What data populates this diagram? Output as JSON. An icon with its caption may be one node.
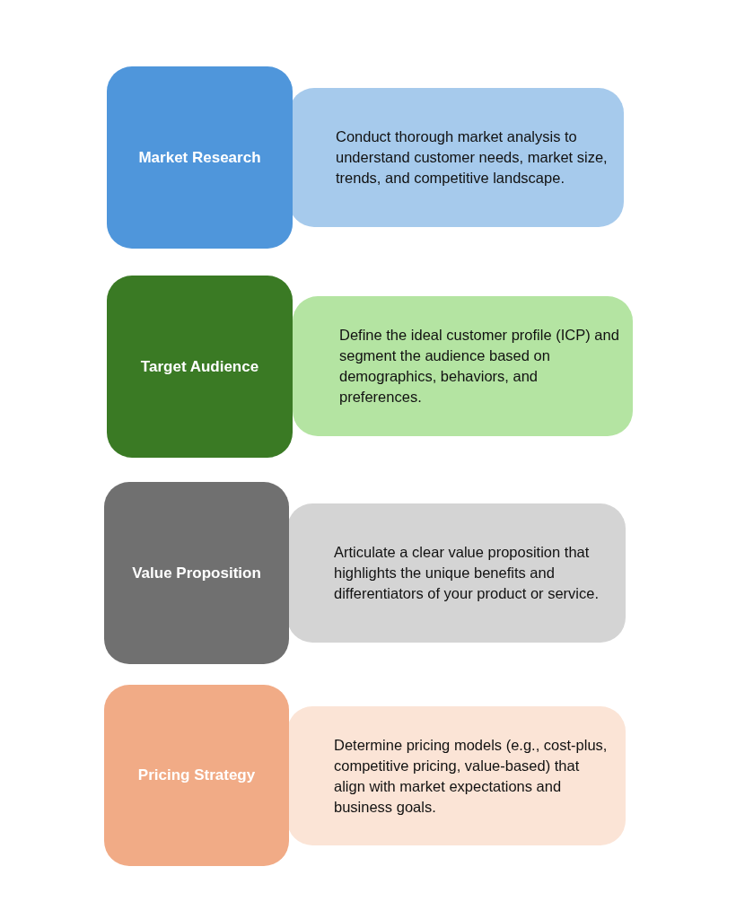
{
  "diagram": {
    "nodes": [
      {
        "text": [
          "Market Research"
        ]
      },
      {
        "text": [
          "Conduct thorough market analysis to understand customer needs, market size, trends, and competitive landscape."
        ]
      },
      {
        "text": [
          "Target Audience"
        ]
      },
      {
        "text": [
          "Define the ideal customer profile (ICP) and segment the audience based on demographics, behaviors, and preferences."
        ]
      },
      {
        "text": [
          "Value Proposition"
        ]
      },
      {
        "text": [
          "Articulate a clear value proposition that highlights the unique benefits and differentiators of your product or service."
        ]
      },
      {
        "text": [
          "Pricing Strategy"
        ]
      },
      {
        "text": [
          "Determine pricing models (e.g., cost-plus, competitive pricing, value-based) that align with market expectations and business goals."
        ]
      }
    ]
  }
}
